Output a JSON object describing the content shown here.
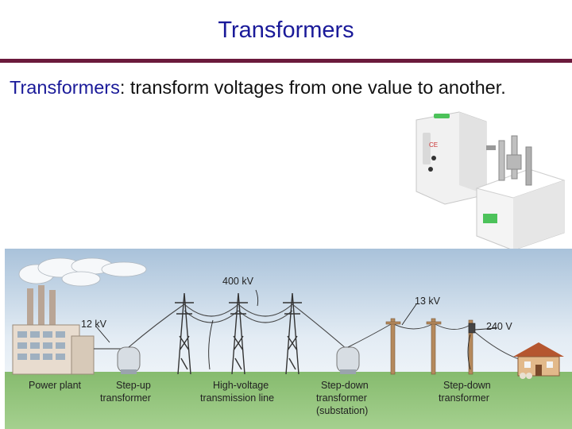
{
  "slide": {
    "title": "Transformers",
    "subtitle_term": "Transformers",
    "subtitle_rest": ": transform voltages from one value to another."
  },
  "adapter_image": {
    "label": "CE"
  },
  "diagram": {
    "voltage_plant": "12 kV",
    "voltage_transmission": "400 kV",
    "voltage_distribution": "13 kV",
    "voltage_home": "240 V",
    "labels": {
      "power_plant": "Power plant",
      "step_up_1": "Step-up",
      "step_up_2": "transformer",
      "hv_line_1": "High-voltage",
      "hv_line_2": "transmission line",
      "substation_1": "Step-down",
      "substation_2": "transformer",
      "substation_3": "(substation)",
      "step_down_1": "Step-down",
      "step_down_2": "transformer"
    }
  },
  "colors": {
    "title": "#1a1a99",
    "rule": "#6b1a3c",
    "sky_top": "#b8cde0",
    "ground": "#8fc07a"
  }
}
